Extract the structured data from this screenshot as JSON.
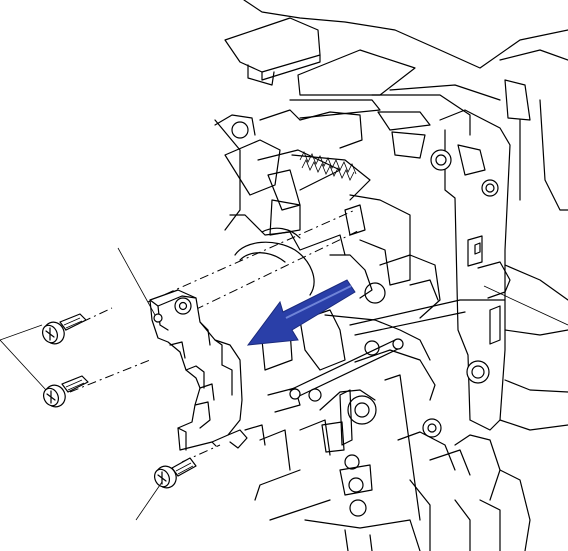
{
  "figure": {
    "kind": "exploded-assembly-illustration",
    "arrow_color": "#2a3fa8",
    "line_color": "#000000",
    "background": "#ffffff",
    "parts": [
      {
        "name": "chassis-frame-right",
        "icon": "printer-frame"
      },
      {
        "name": "bracket-part",
        "icon": "bracket"
      },
      {
        "name": "screw-upper",
        "icon": "screw"
      },
      {
        "name": "screw-middle",
        "icon": "screw"
      },
      {
        "name": "screw-lower",
        "icon": "screw"
      },
      {
        "name": "removal-arrow",
        "icon": "arrow-left-down"
      }
    ],
    "leader_lines": 4
  }
}
